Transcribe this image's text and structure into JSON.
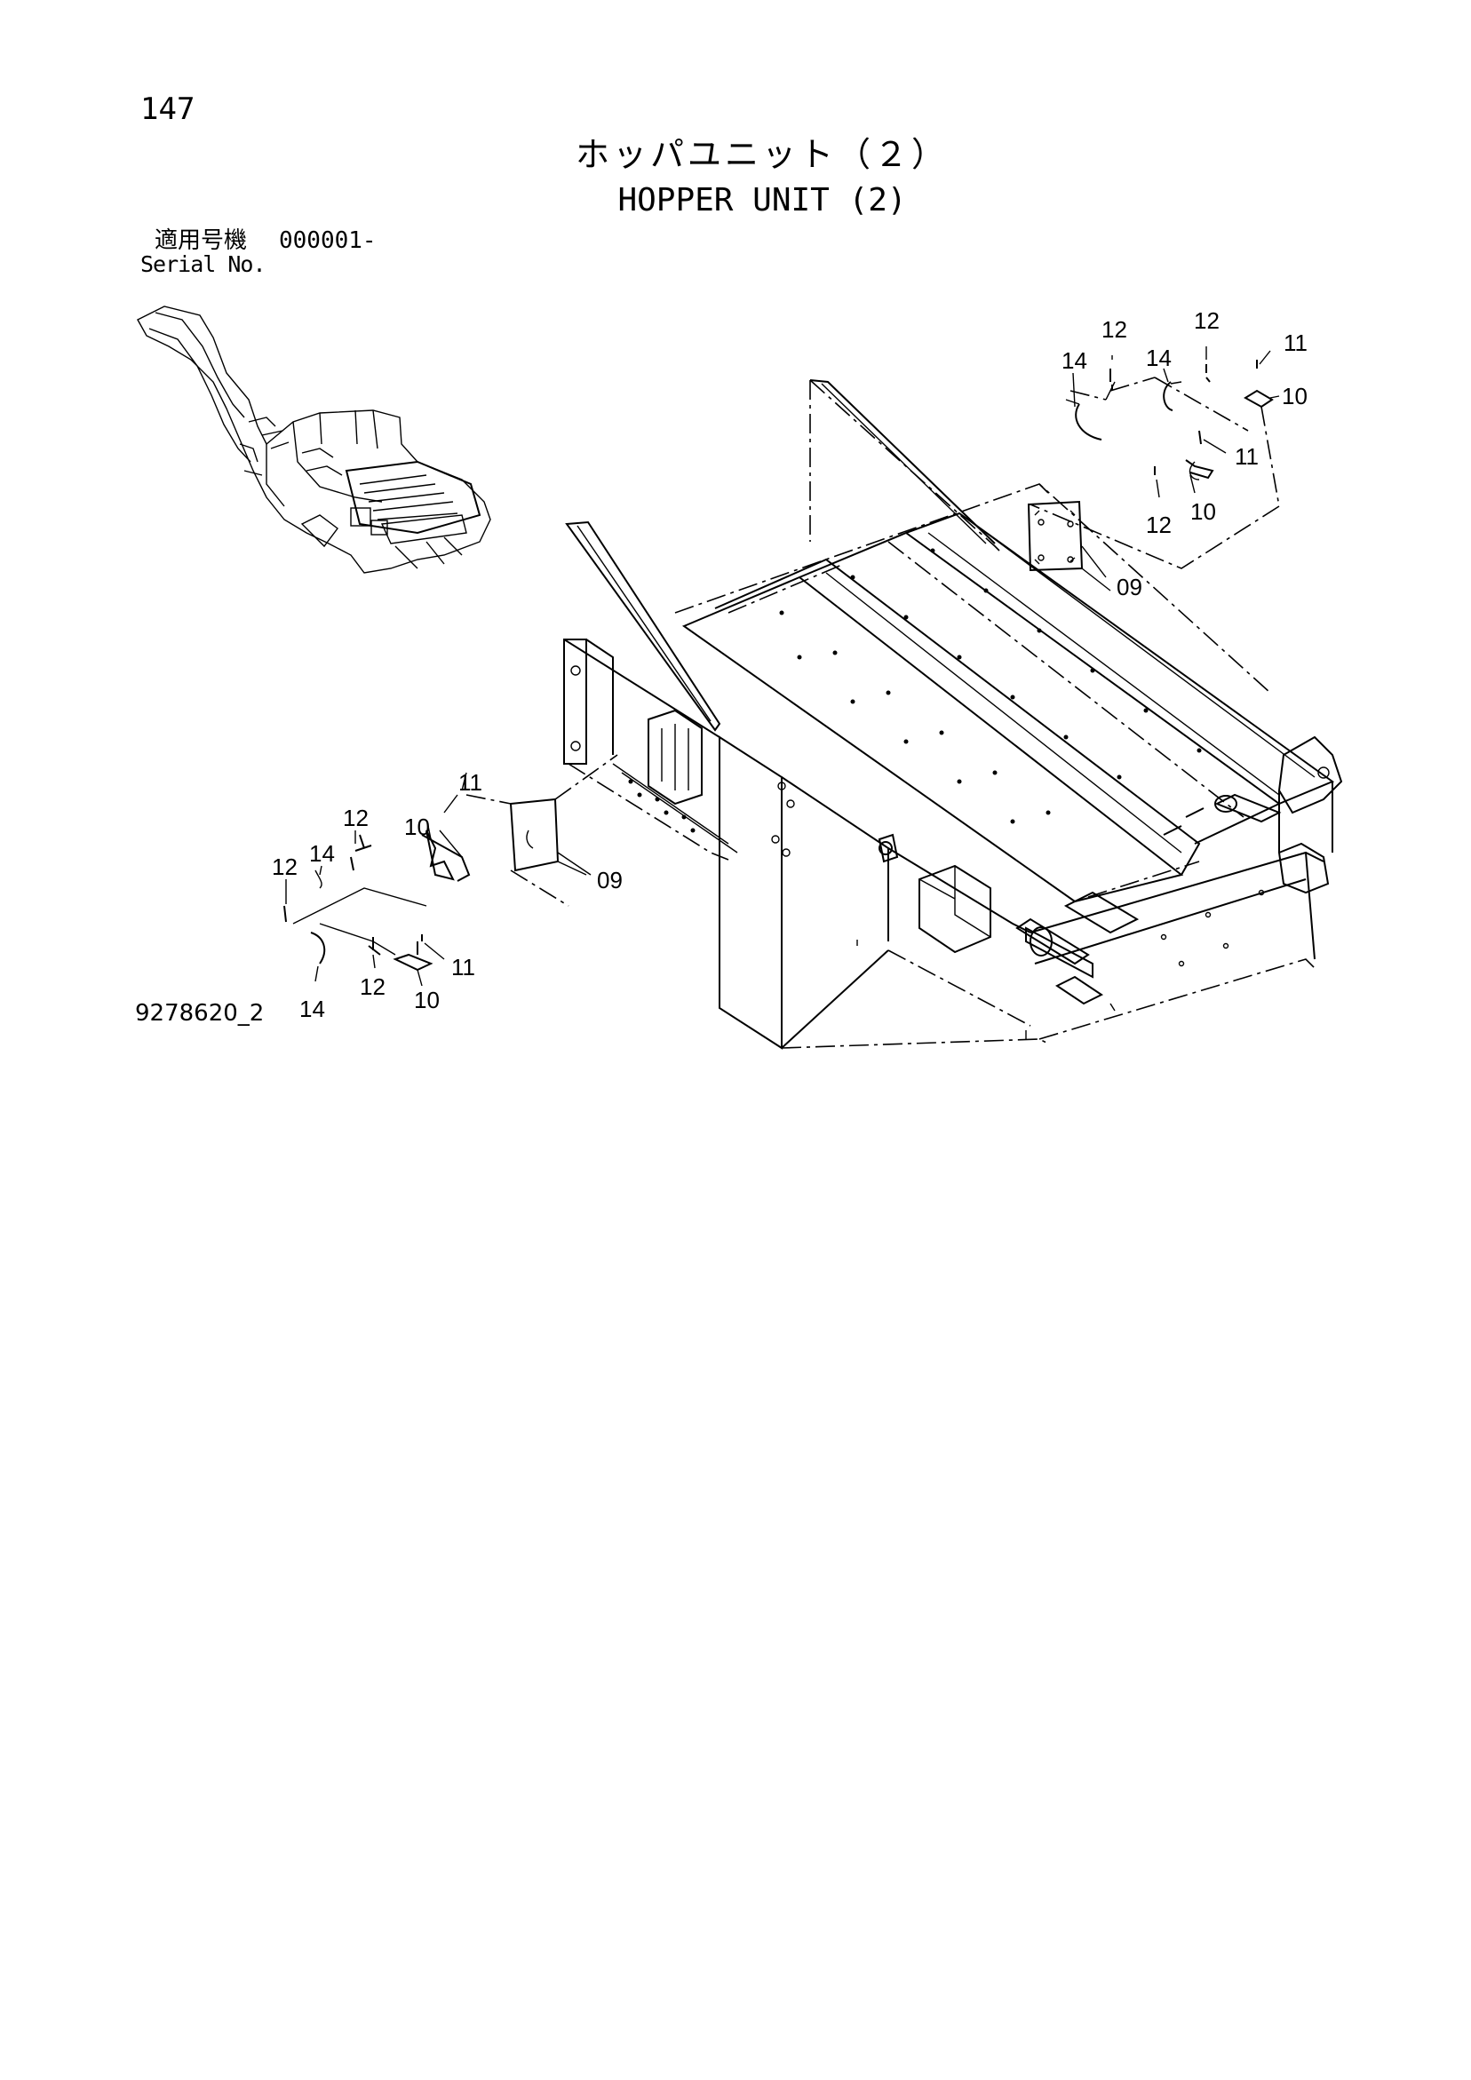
{
  "header": {
    "page_number": "147",
    "title_jp": "ホッパユニット（２）",
    "title_en": "HOPPER UNIT (2)"
  },
  "serial": {
    "label_jp": "適用号機",
    "value": "000001-",
    "label_en": "Serial No."
  },
  "callouts": {
    "c09a": "09",
    "c09b": "09",
    "c10a": "10",
    "c10b": "10",
    "c10c": "10",
    "c10d": "10",
    "c11a": "11",
    "c11b": "11",
    "c11c": "11",
    "c11d": "11",
    "c12a": "12",
    "c12b": "12",
    "c12c": "12",
    "c12d": "12",
    "c12e": "12",
    "c12f": "12",
    "c14a": "14",
    "c14b": "14",
    "c14c": "14",
    "c14d": "14"
  },
  "footer": {
    "drawing_number": "9278620_2"
  }
}
